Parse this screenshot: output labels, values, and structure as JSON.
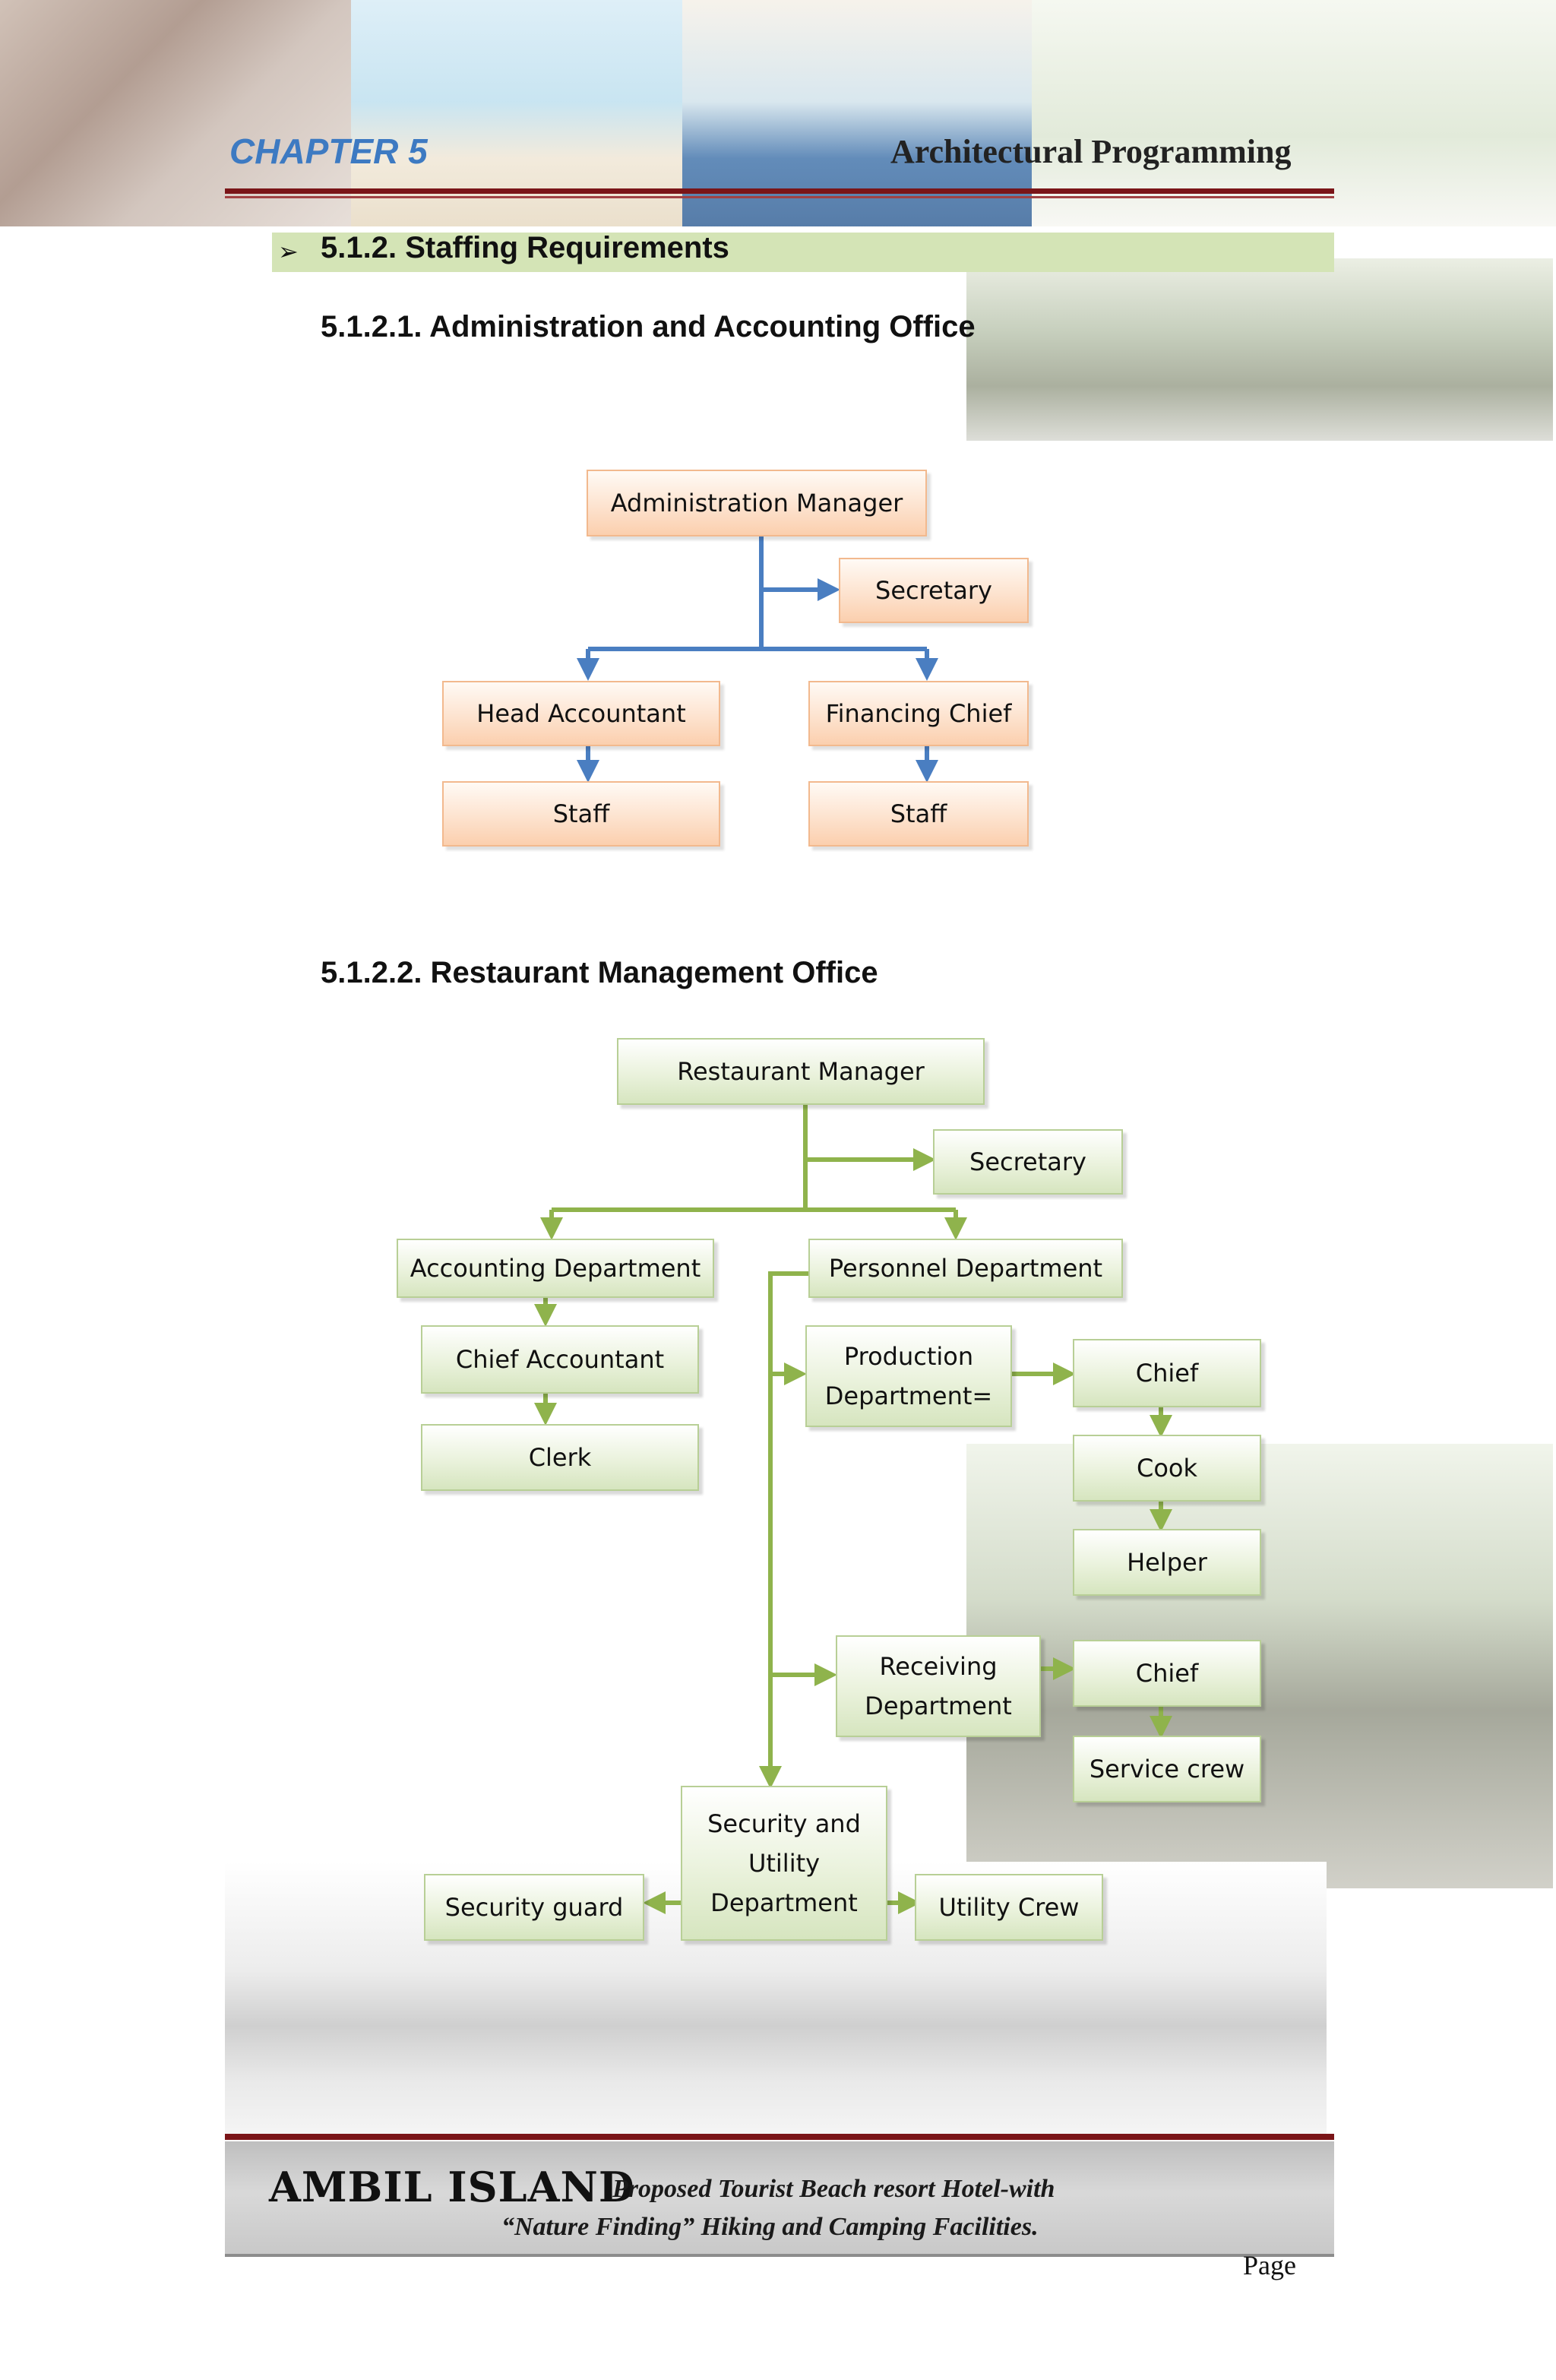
{
  "header": {
    "chapter": "CHAPTER 5",
    "title": "Architectural Programming"
  },
  "section": {
    "title": "5.1.2. Staffing Requirements",
    "sub1": "5.1.2.1. Administration and Accounting Office",
    "sub2": "5.1.2.2. Restaurant Management Office"
  },
  "admin_chart": {
    "manager": "Administration Manager",
    "secretary": "Secretary",
    "head_accountant": "Head Accountant",
    "financing_chief": "Financing Chief",
    "staff_left": "Staff",
    "staff_right": "Staff"
  },
  "restaurant_chart": {
    "manager": "Restaurant Manager",
    "secretary": "Secretary",
    "accounting_dept": "Accounting Department",
    "personnel_dept": "Personnel Department",
    "chief_accountant": "Chief Accountant",
    "clerk": "Clerk",
    "production_dept": "Production Department=",
    "prod_chief": "Chief",
    "cook": "Cook",
    "helper": "Helper",
    "receiving_dept": "Receiving Department",
    "recv_chief": "Chief",
    "service_crew": "Service crew",
    "security_utility_dept": "Security and Utility Department",
    "security_guard": "Security guard",
    "utility_crew": "Utility Crew"
  },
  "footer": {
    "brand": "AMBIL ISLAND",
    "tagline1": "Proposed Tourist Beach resort Hotel-with",
    "tagline2": "“Nature Finding” Hiking and Camping Facilities.",
    "page_label": "Page"
  },
  "colors": {
    "chapter_blue": "#3d7ac2",
    "rule_red": "#7a1518",
    "section_bar": "#d4e4b6",
    "admin_connector": "#4a7ec1",
    "restaurant_connector": "#8fb34c",
    "admin_box": "#fbcfae",
    "restaurant_box": "#d6e5bf"
  }
}
